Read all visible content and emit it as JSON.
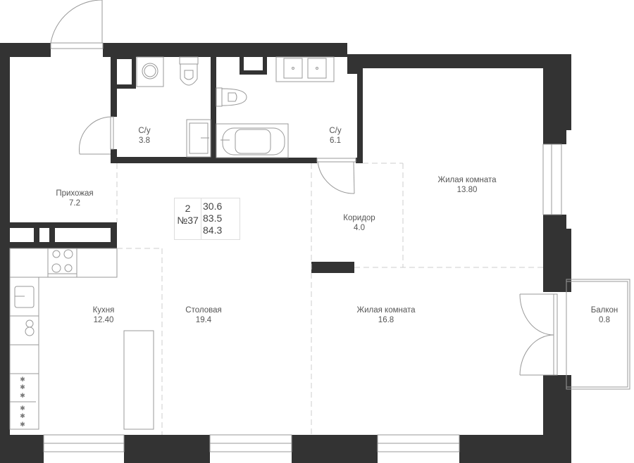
{
  "plan": {
    "title": "Floor plan",
    "colors": {
      "wall": "#333333",
      "line": "#999999",
      "dash": "#cccccc",
      "text": "#555555"
    },
    "info": {
      "rooms": "2",
      "number": "№37",
      "areas": [
        "30.6",
        "83.5",
        "84.3"
      ]
    },
    "rooms": [
      {
        "name": "С/у",
        "area": "3.8"
      },
      {
        "name": "С/у",
        "area": "6.1"
      },
      {
        "name": "Прихожая",
        "area": "7.2"
      },
      {
        "name": "Жилая комната",
        "area": "13.80"
      },
      {
        "name": "Коридор",
        "area": "4.0"
      },
      {
        "name": "Кухня",
        "area": "12.40"
      },
      {
        "name": "Столовая",
        "area": "19.4"
      },
      {
        "name": "Жилая комната",
        "area": "16.8"
      },
      {
        "name": "Балкон",
        "area": "0.8"
      }
    ]
  }
}
